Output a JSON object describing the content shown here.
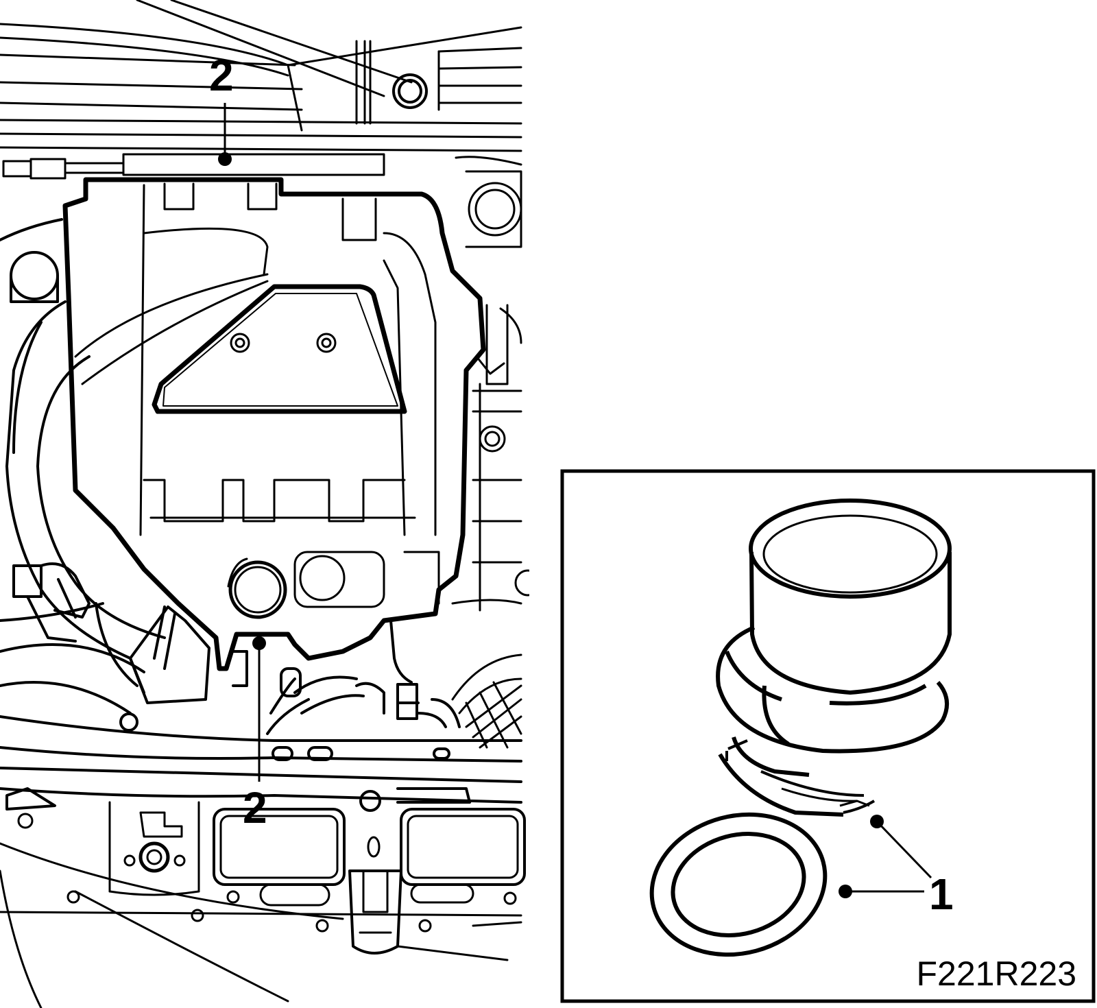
{
  "diagram": {
    "callouts": {
      "top_label": "2",
      "bottom_label": "2",
      "inset_label": "1"
    },
    "figure_code": "F221R223",
    "colors": {
      "ink": "#000000",
      "paper": "#ffffff"
    }
  }
}
